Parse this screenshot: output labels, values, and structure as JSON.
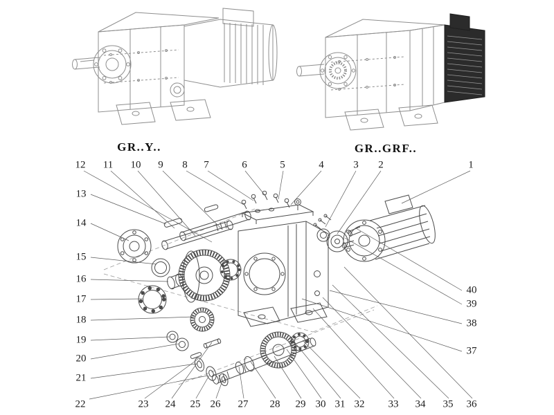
{
  "titles": {
    "left": "GR..Y..",
    "right": "GR..GRF.."
  },
  "colors": {
    "line": "#6e6e6e",
    "ink": "#1a1a1a",
    "dark_fill": "#2b2b2b"
  },
  "callouts": {
    "1": "1",
    "2": "2",
    "3": "3",
    "4": "4",
    "5": "5",
    "6": "6",
    "7": "7",
    "8": "8",
    "9": "9",
    "10": "10",
    "11": "11",
    "12": "12",
    "13": "13",
    "14": "14",
    "15": "15",
    "16": "16",
    "17": "17",
    "18": "18",
    "19": "19",
    "20": "20",
    "21": "21",
    "22": "22",
    "23": "23",
    "24": "24",
    "25": "25",
    "26": "26",
    "27": "27",
    "28": "28",
    "29": "29",
    "30": "30",
    "31": "31",
    "32": "32",
    "33": "33",
    "34": "34",
    "35": "35",
    "36": "36",
    "37": "37",
    "38": "38",
    "39": "39",
    "40": "40"
  }
}
